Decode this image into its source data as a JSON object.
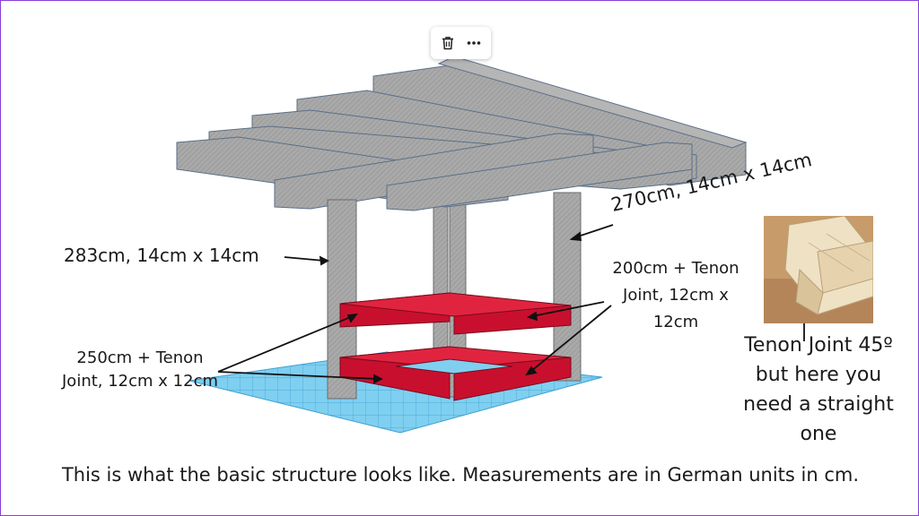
{
  "toolbar": {
    "delete_icon": "trash-icon",
    "more_icon": "more-horizontal-icon"
  },
  "annotations": {
    "posts": "283cm, 14cm x 14cm",
    "beams": "270cm, 14cm x 14cm",
    "lower_rails_line1": "250cm + Tenon",
    "lower_rails_line2": "Joint, 12cm x 12cm",
    "upper_rails_line1": "200cm + Tenon",
    "upper_rails_line2": "Joint, 12cm x",
    "upper_rails_line3": "12cm",
    "tenon_line1": "Tenon Joint 45º",
    "tenon_line2": "but here you",
    "tenon_line3": "need a straight",
    "tenon_line4": "one"
  },
  "caption": "This is what the basic structure looks like. Measurements are in German units in cm.",
  "colors": {
    "frame_border": "#8b3dd6",
    "rail_red": "#c8102e",
    "wood_gray": "#9c9c9c",
    "ground_blue": "#6ec3ea"
  }
}
